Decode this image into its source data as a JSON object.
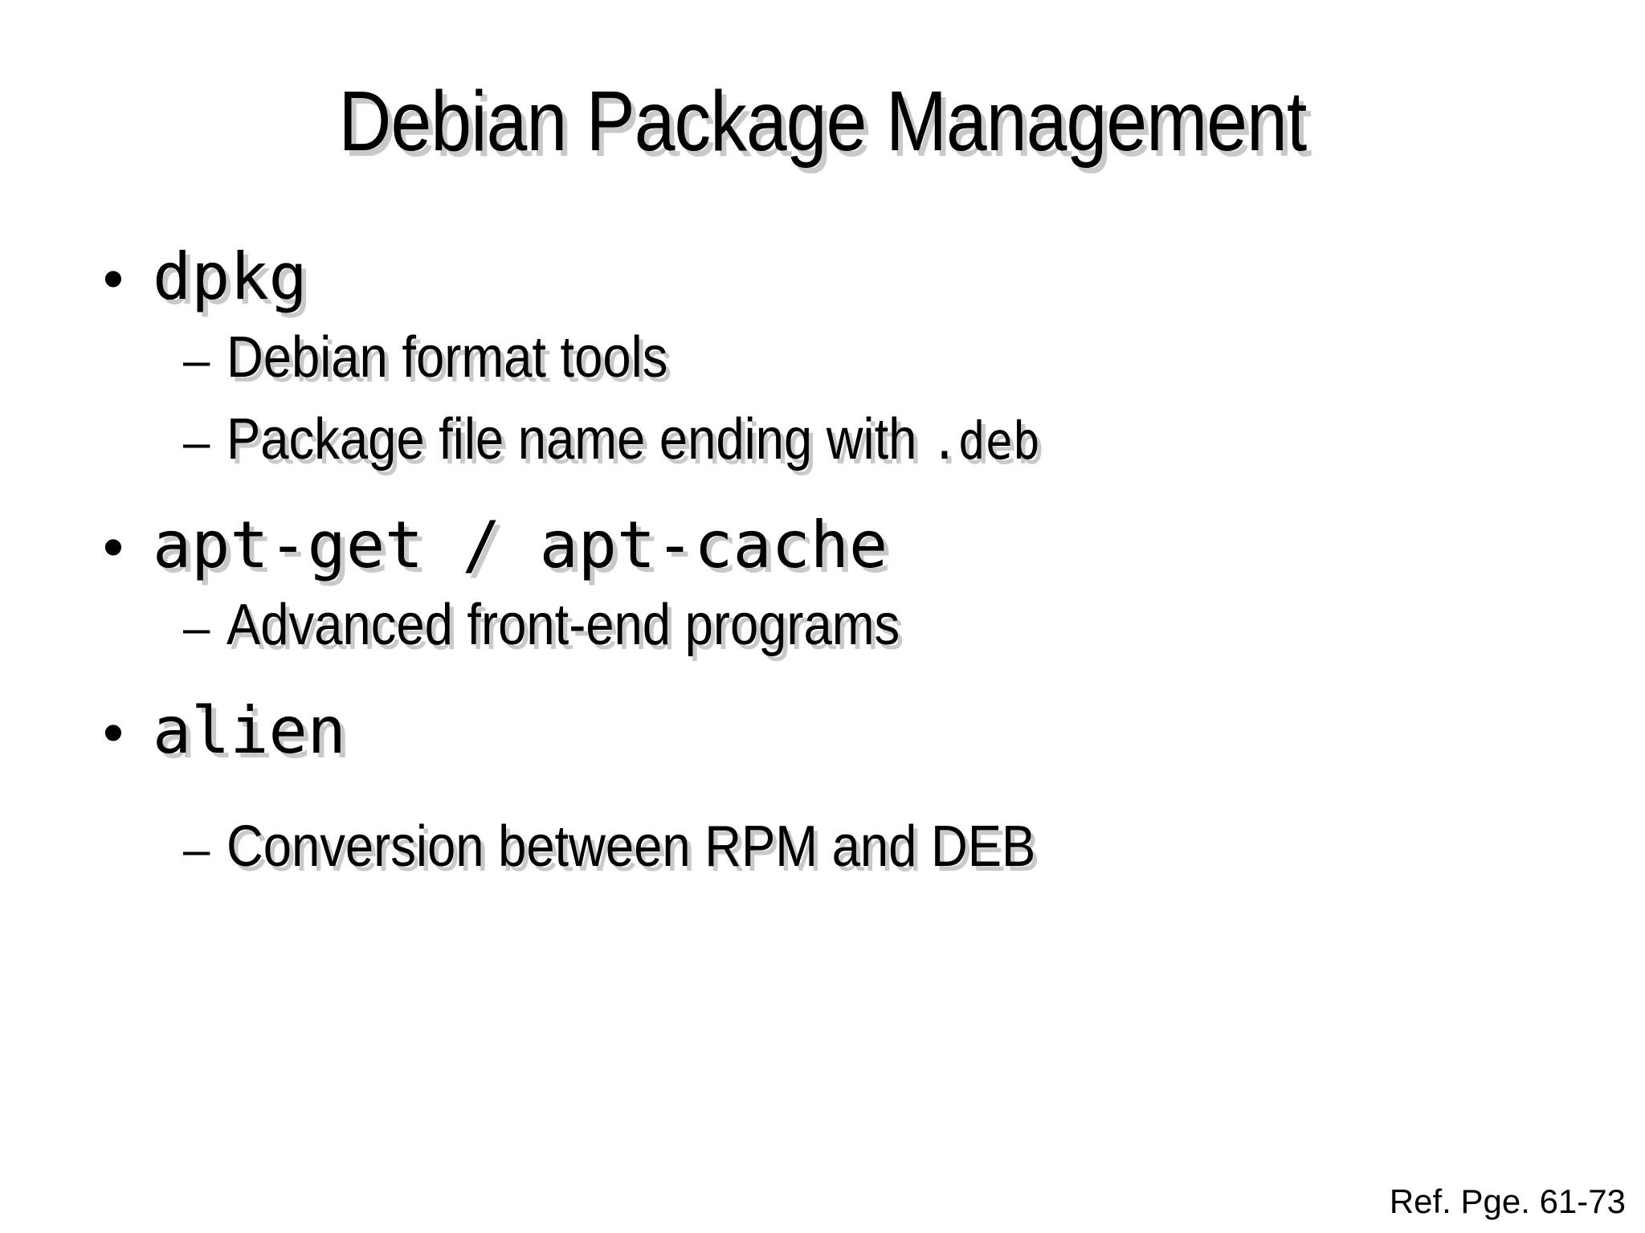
{
  "slide": {
    "title": "Debian Package Management",
    "background_color": "#ffffff",
    "text_color": "#000000",
    "shadow_color": "#c9c9c9",
    "bullet_marker_level1": "•",
    "bullet_marker_level2": "–",
    "content": [
      {
        "level": 1,
        "text": "dpkg",
        "style": "mono"
      },
      {
        "level": 2,
        "text": "Debian format tools",
        "style": "sans"
      },
      {
        "level": 2,
        "text_before": "Package file name ending with ",
        "text_mono": ".deb",
        "text_after": "",
        "style": "sans-with-mono"
      },
      {
        "level": 1,
        "text": "apt-get / apt-cache",
        "style": "mono"
      },
      {
        "level": 2,
        "text": "Advanced front-end programs",
        "style": "sans"
      },
      {
        "level": 1,
        "text": "alien",
        "style": "mono"
      },
      {
        "level": 2,
        "text": "Conversion between RPM and DEB",
        "style": "sans"
      }
    ],
    "footer": "Ref. Pge. 61-73"
  }
}
